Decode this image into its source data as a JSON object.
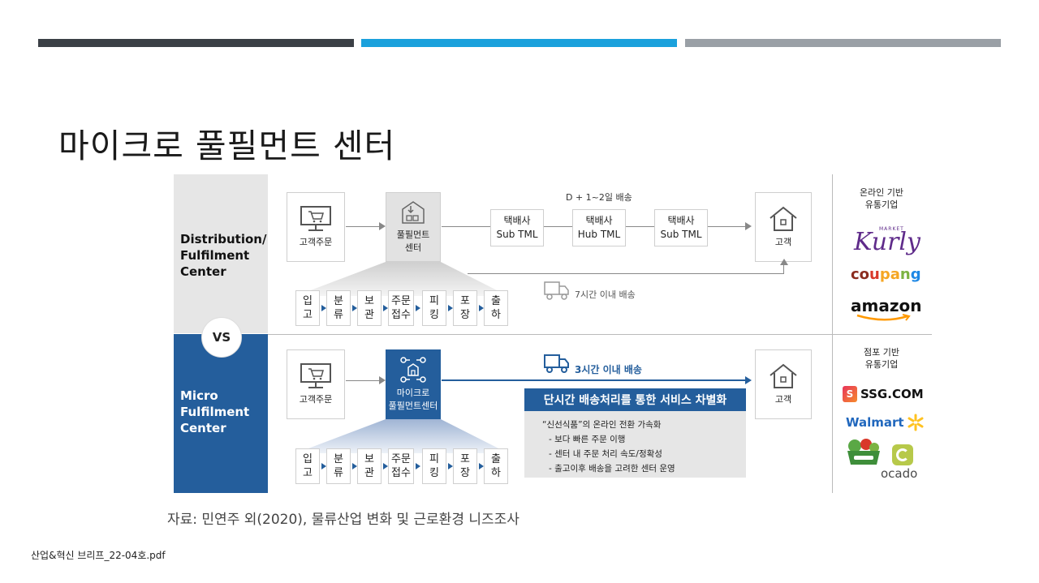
{
  "header_bars": {
    "colors": [
      "#3b4046",
      "#1ba1dc",
      "#9aa0a6"
    ]
  },
  "title": "마이크로 풀필먼트 센터",
  "figure": {
    "top_band": {
      "label": "Distribution/\nFulfilment\nCenter"
    },
    "bottom_band": {
      "label": "Micro\nFulfilment\nCenter"
    },
    "vs": "VS",
    "top_flow": {
      "order": "고객주문",
      "center": "풀필먼트\n센터",
      "delivery_label": "D + 1~2일 배송",
      "tmls": [
        "택배사\nSub TML",
        "택배사\nHub TML",
        "택배사\nSub TML"
      ],
      "customer": "고객",
      "direct_label": "7시간 이내 배송"
    },
    "bottom_flow": {
      "order": "고객주문",
      "center": "마이크로\n풀필먼트센터",
      "fast_label": "3시간 이내 배송",
      "customer": "고객",
      "service_title": "단시간 배송처리를 통한 서비스 차별화",
      "service_lines": [
        "“신선식품”의 온라인 전환 가속화",
        "- 보다 빠른 주문 이행",
        "- 센터 내 주문 처리 속도/정확성",
        "- 출고이후 배송을 고려한 센터 운영"
      ]
    },
    "steps": [
      "입\n고",
      "분\n류",
      "보\n관",
      "주문\n접수",
      "피\n킹",
      "포\n장",
      "출\n하"
    ],
    "side": {
      "online_head": "온라인 기반\n유통기업",
      "online_logos": {
        "kurly_small": "MARKET",
        "kurly": "Kurly",
        "coupang": "coupang",
        "amazon": "amazon"
      },
      "store_head": "점포 기반\n유통기업",
      "store_logos": {
        "ssg_mark": "S",
        "ssg": "SSG.COM",
        "walmart": "Walmart",
        "ocado": "ocado"
      }
    }
  },
  "source": "자료: 민연주 외(2020), 물류산업 변화 및 근로환경 니즈조사",
  "footer_file": "산업&혁신 브리프_22-04호.pdf",
  "colors": {
    "accent_blue": "#245e9c",
    "band_gray": "#e6e6e6",
    "coupang": [
      "#8b2c1f",
      "#d9382a",
      "#f5a623",
      "#7cb342",
      "#1e88e5"
    ],
    "kurly": "#5f2b8a",
    "walmart": "#2067bd",
    "walmart_spark": "#ffc220"
  }
}
